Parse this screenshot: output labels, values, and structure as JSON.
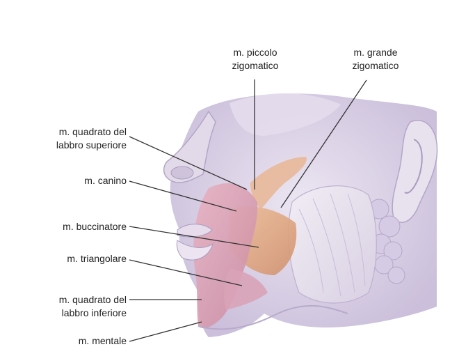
{
  "labels": {
    "piccolo_zigomatico": {
      "line1": "m. piccolo",
      "line2": "zigomatico"
    },
    "grande_zigomatico": {
      "line1": "m. grande",
      "line2": "zigomatico"
    },
    "quadrato_superiore": {
      "line1": "m. quadrato del",
      "line2": "labbro superiore"
    },
    "canino": {
      "line1": "m. canino"
    },
    "buccinatore": {
      "line1": "m. buccinatore"
    },
    "triangolare": {
      "line1": "m. triangolare"
    },
    "quadrato_inferiore": {
      "line1": "m. quadrato del",
      "line2": "labbro inferiore"
    },
    "mentale": {
      "line1": "m. mentale"
    }
  },
  "colors": {
    "background": "#ffffff",
    "muscle_pink": "#d79aae",
    "muscle_orange": "#e3a57d",
    "tissue_lavender": "#dcd3e6",
    "leader_line": "#333333"
  }
}
